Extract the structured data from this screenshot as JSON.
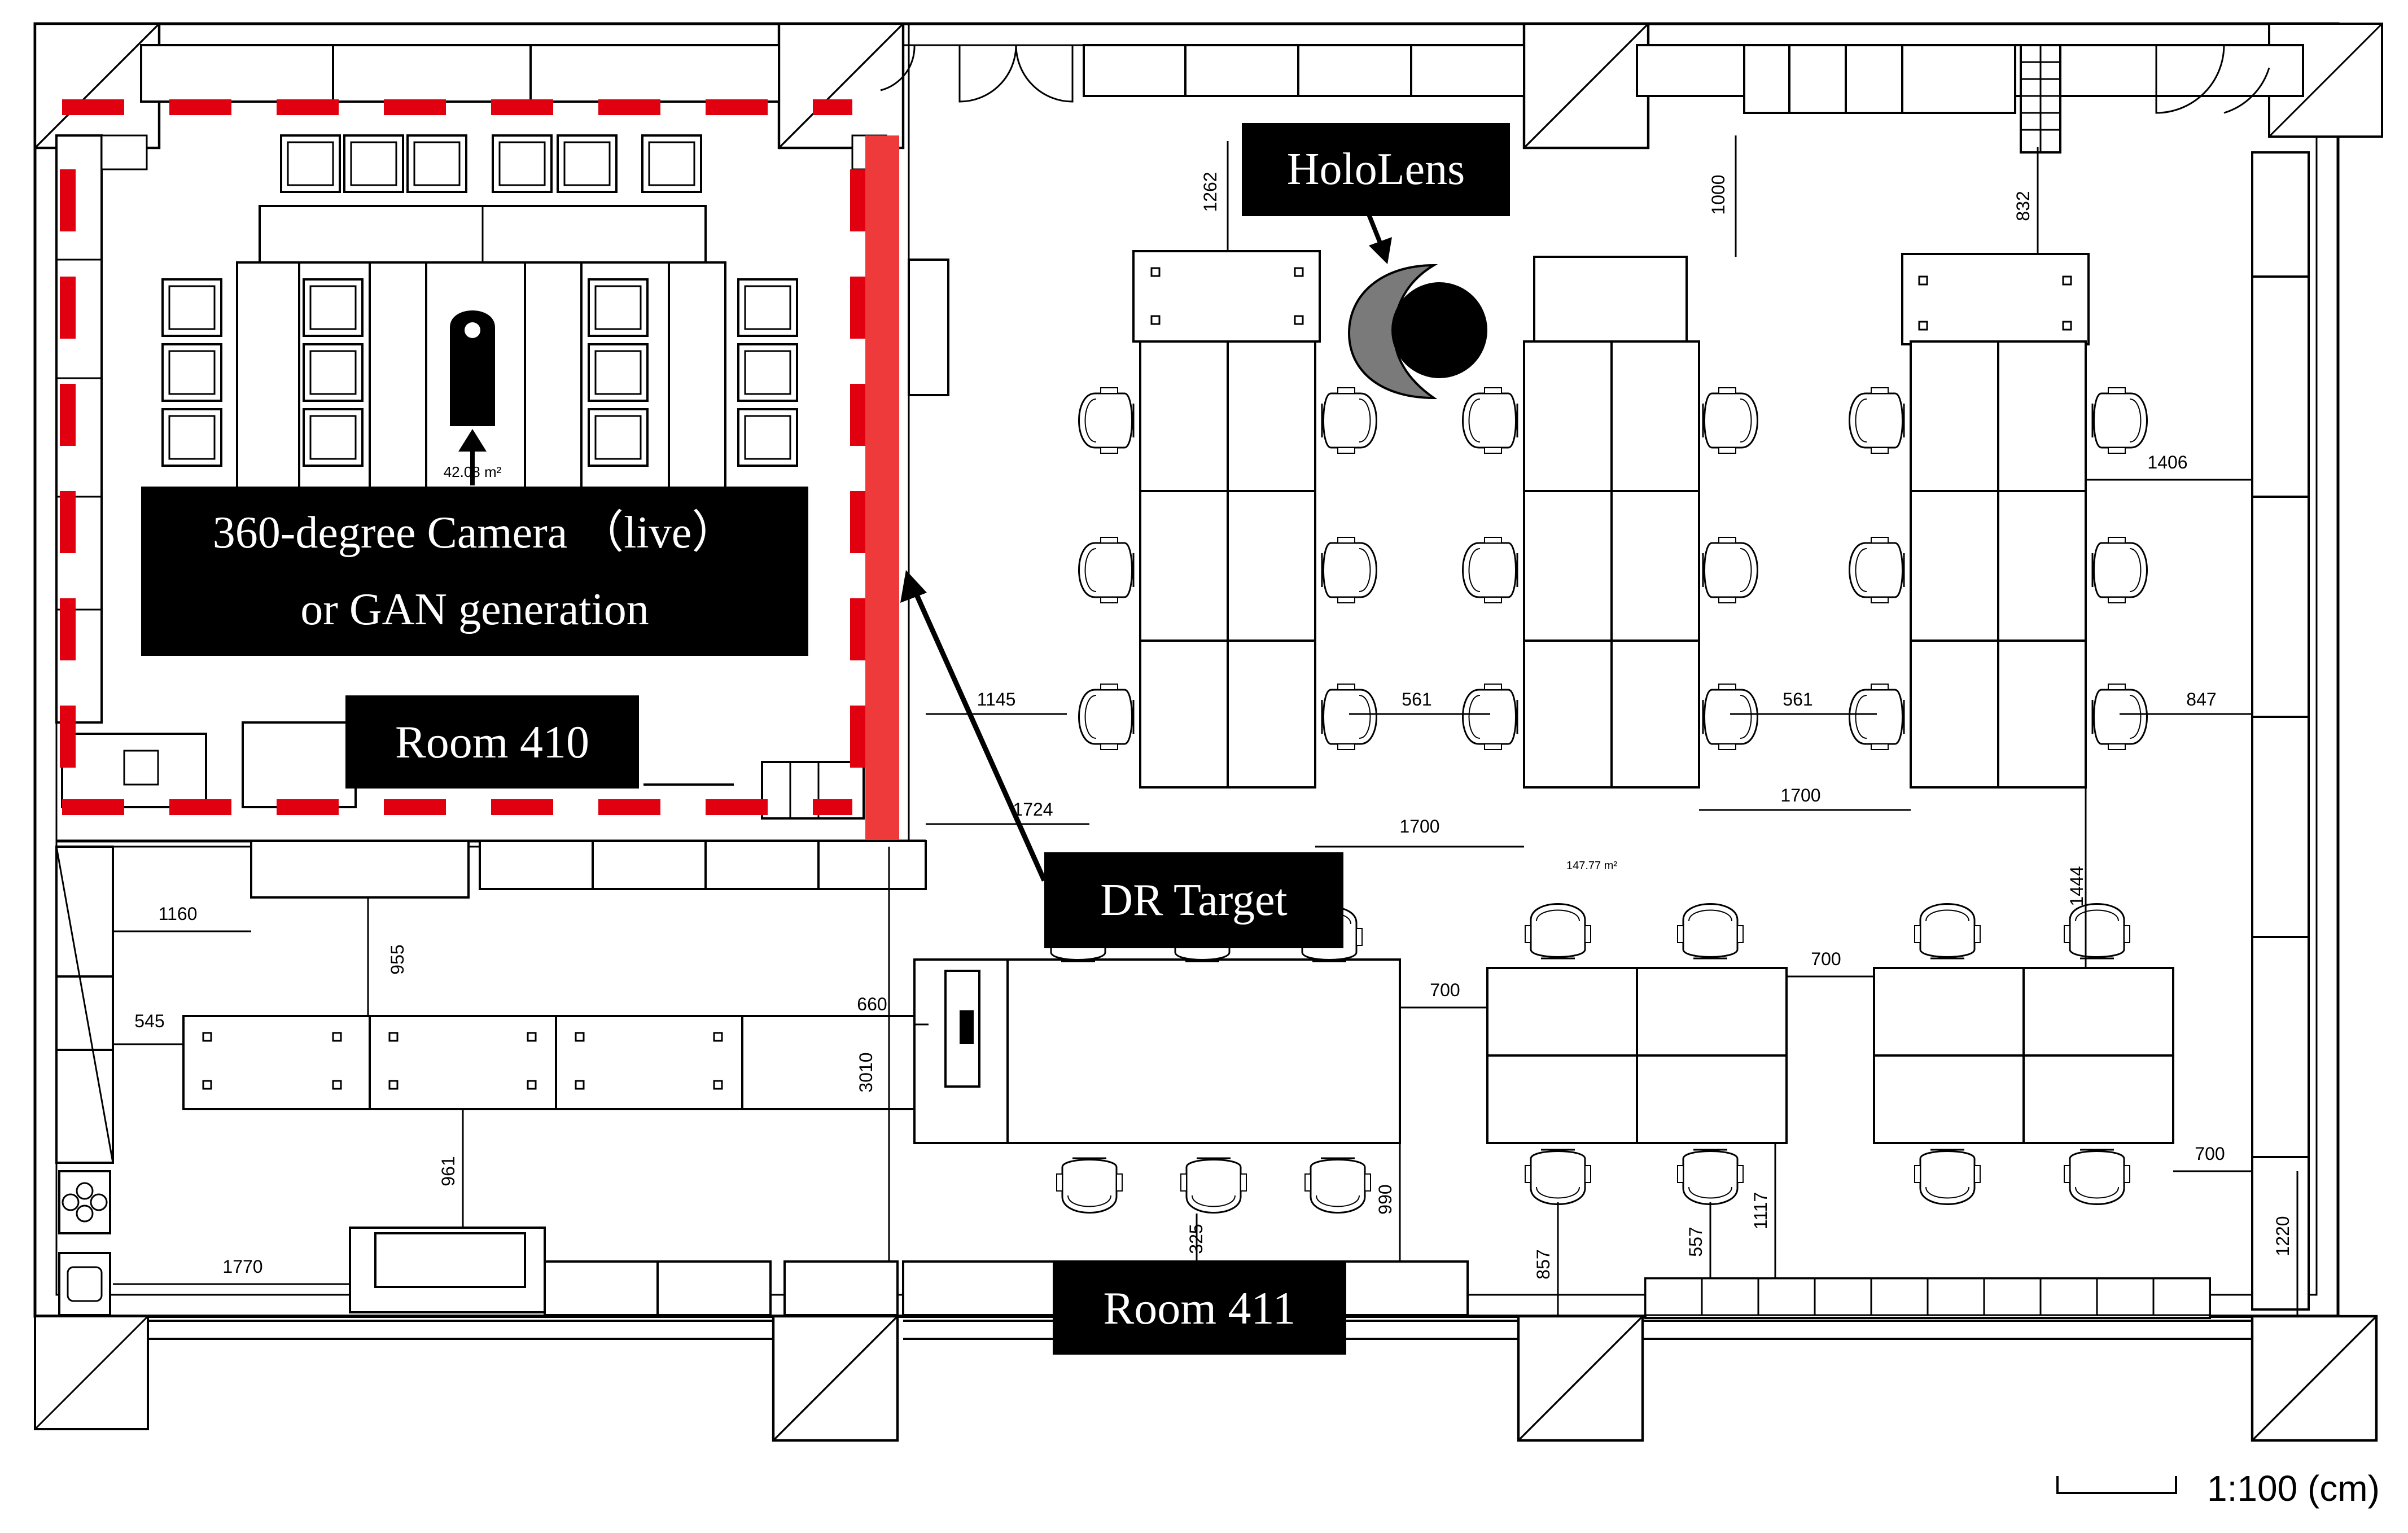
{
  "labels": {
    "hololens": "HoloLens",
    "camera_line1": "360-degree Camera （live）",
    "camera_line2": "or GAN generation",
    "room410": "Room 410",
    "dr_target": "DR Target",
    "room411": "Room 411"
  },
  "dimensions": {
    "d1262": "1262",
    "d1000": "1000",
    "d832": "832",
    "d1406": "1406",
    "d1145": "1145",
    "d561a": "561",
    "d561b": "561",
    "d847": "847",
    "d1724": "1724",
    "d1700a": "1700",
    "d1700b": "1700",
    "d1444": "1444",
    "d1160": "1160",
    "d955": "955",
    "d545": "545",
    "d660": "660",
    "d3010": "3010",
    "d700a": "700",
    "d700b": "700",
    "d700c": "700",
    "d961": "961",
    "d1770": "1770",
    "d325": "325",
    "d990": "990",
    "d857": "857",
    "d557": "557",
    "d1117": "1117",
    "d1220": "1220"
  },
  "area_labels": {
    "room410_area": "42.08 m²",
    "room411_area": "147.77 m²"
  },
  "scale": {
    "text": "1:100 (cm)"
  },
  "colors": {
    "highlight": "#e0000f",
    "label_bg": "#000000",
    "line": "#000000"
  }
}
